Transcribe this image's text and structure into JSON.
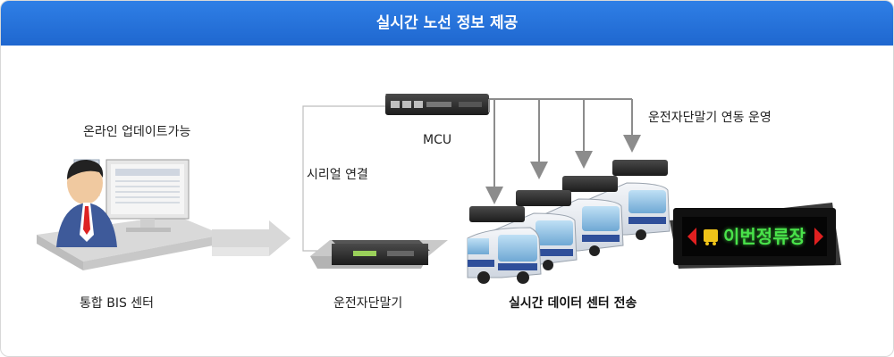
{
  "header": {
    "title": "실시간 노선 정보 제공"
  },
  "labels": {
    "online_update": "온라인 업데이트가능",
    "bis_center": "통합 BIS 센터",
    "mcu": "MCU",
    "serial": "시리얼 연결",
    "terminal": "운전자단말기",
    "terminal_link": "운전자단말기 연동 운영",
    "realtime_center": "실시간 데이터 센터 전송"
  },
  "sign": {
    "text": "이번정류장"
  },
  "colors": {
    "title_bar": "#1f6fd6",
    "sign_text": "#49e34a",
    "sign_arrow": "#e02020"
  }
}
